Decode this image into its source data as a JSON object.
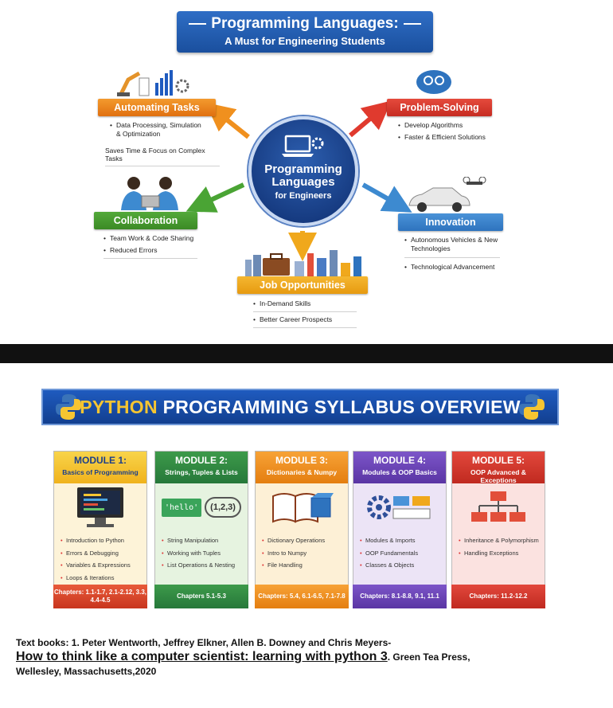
{
  "slide1": {
    "title_line1": "Programming Languages:",
    "title_line2": "A Must for Engineering Students",
    "hub": {
      "line1": "Programming",
      "line2": "Languages",
      "line3": "for Engineers"
    },
    "automating": {
      "label": "Automating Tasks",
      "bullets": [
        "Data Processing, Simulation & Optimization"
      ],
      "note": "Saves Time & Focus on Complex Tasks"
    },
    "problem": {
      "label": "Problem-Solving",
      "bullets": [
        "Develop Algorithms",
        "Faster & Efficient Solutions"
      ]
    },
    "collaboration": {
      "label": "Collaboration",
      "bullets": [
        "Team Work & Code Sharing",
        "Reduced Errors"
      ]
    },
    "innovation": {
      "label": "Innovation",
      "bullets": [
        "Autonomous Vehicles & New Technologies",
        "Technological Advancement"
      ]
    },
    "jobs": {
      "label": "Job Opportunities",
      "bullets": [
        "In-Demand Skills",
        "Better Career Prospects"
      ]
    },
    "colors": {
      "navy": "#1a4f9e",
      "orange": "#e07010",
      "red": "#c62c22",
      "green": "#3b8a25",
      "blue": "#2e73be",
      "yellow": "#e69a10"
    }
  },
  "slide2": {
    "banner_py": "PYTHON",
    "banner_rest": " PROGRAMMING SYLLABUS OVERVIEW",
    "modules": [
      {
        "title": "MODULE 1:",
        "subtitle": "Basics of Programming",
        "topics": [
          "Introduction to Python",
          "Errors & Debugging",
          "Variables & Expressions",
          "Loops & Iterations"
        ],
        "chapters": "Chapters: 1.1-1.7, 2.1-2.12, 3.3, 4.4-4.5"
      },
      {
        "title": "MODULE 2:",
        "subtitle": "Strings, Tuples & Lists",
        "topics": [
          "String Manipulation",
          "Working with Tuples",
          "List Operations & Nesting"
        ],
        "chapters": "Chapters 5.1-5.3",
        "img_text1": "'hello'",
        "img_text2": "(1,2,3)"
      },
      {
        "title": "MODULE 3:",
        "subtitle": "Dictionaries & Numpy",
        "topics": [
          "Dictionary Operations",
          "Intro to Numpy",
          "File Handling"
        ],
        "chapters": "Chapters: 5.4, 6.1-6.5, 7.1-7.8"
      },
      {
        "title": "MODULE 4:",
        "subtitle": "Modules & OOP Basics",
        "topics": [
          "Modules & Imports",
          "OOP Fundamentals",
          "Classes & Objects"
        ],
        "chapters": "Chapters: 8.1-8.8, 9.1, 11.1"
      },
      {
        "title": "MODULE 5:",
        "subtitle": "OOP Advanced & Exceptions",
        "topics": [
          "Inheritance & Polymorphism",
          "Handling Exceptions"
        ],
        "chapters": "Chapters: 11.2-12.2"
      }
    ],
    "textbook": {
      "prefix": "Text books: 1. Peter Wentworth, Jeffrey Elkner, Allen B. Downey and Chris Meyers-",
      "title": "How to think like a computer scientist: learning with python 3",
      "suffix": ". Green Tea Press,",
      "line3": "Wellesley, Massachusetts,2020"
    }
  }
}
